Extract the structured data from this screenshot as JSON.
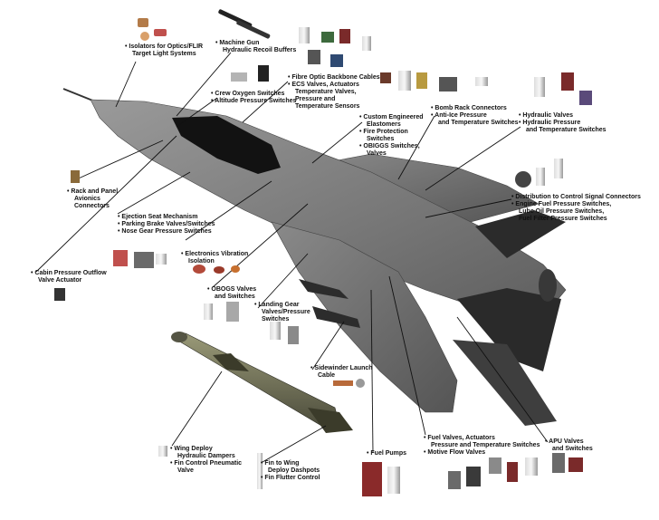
{
  "callouts": [
    {
      "id": "isolators",
      "lines": [
        "• Isolators for Optics/FLIR",
        "Target Light Systems"
      ]
    },
    {
      "id": "machine-gun",
      "lines": [
        "• Machine Gun",
        "Hydraulic Recoil Buffers"
      ]
    },
    {
      "id": "fibre-optic",
      "lines": [
        "• Fibre Optic Backbone Cables",
        "• ECS Valves, Actuators",
        "Temperature Valves,",
        "Pressure and",
        "Temperature Sensors"
      ]
    },
    {
      "id": "crew-oxygen",
      "lines": [
        "• Crew Oxygen Switches",
        "• Altitude Pressure Switches"
      ]
    },
    {
      "id": "custom-elastomers",
      "lines": [
        "• Custom Engineered",
        "Elastomers",
        "• Fire Protection",
        "Switches",
        "• OBIGGS Switches,",
        "Valves"
      ]
    },
    {
      "id": "bomb-rack",
      "lines": [
        "• Bomb Rack Connectors",
        "• Anti-Ice Pressure",
        "and Temperature Switches"
      ]
    },
    {
      "id": "hydraulic-valves",
      "lines": [
        "• Hydraulic Valves",
        "• Hydraulic Pressure",
        "and Temperature Switches"
      ]
    },
    {
      "id": "rack-panel",
      "lines": [
        "• Rack and Panel",
        "Avionics",
        "Connectors"
      ]
    },
    {
      "id": "distribution",
      "lines": [
        "• Distribution to Control Signal Connectors",
        "• Engine Fuel Pressure Switches,",
        "Lube Oil Pressure Switches,",
        "Fuel Filter Pressure Switches"
      ]
    },
    {
      "id": "ejection-seat",
      "lines": [
        "• Ejection Seat Mechanism",
        "• Parking Brake Valves/Switches",
        "• Nose Gear Pressure Switches"
      ]
    },
    {
      "id": "electronics-vibration",
      "lines": [
        "• Electronics Vibration",
        "Isolation"
      ]
    },
    {
      "id": "cabin-pressure",
      "lines": [
        "• Cabin Pressure Outflow",
        "Valve Actuator"
      ]
    },
    {
      "id": "obogs",
      "lines": [
        "• OBOGS Valves",
        "and Switches"
      ]
    },
    {
      "id": "landing-gear",
      "lines": [
        "• Landing Gear",
        "Valves/Pressure",
        "Switches"
      ]
    },
    {
      "id": "sidewinder",
      "lines": [
        "• Sidewinder Launch",
        "Cable"
      ]
    },
    {
      "id": "fuel-valves",
      "lines": [
        "• Fuel Valves, Actuators",
        "Pressure and Temperature Switches",
        "• Motive Flow Valves"
      ]
    },
    {
      "id": "apu",
      "lines": [
        "• APU Valves",
        "and Switches"
      ]
    },
    {
      "id": "wing-deploy",
      "lines": [
        "• Wing Deploy",
        "Hydraulic Dampers",
        "• Fin Control Pneumatic",
        "Valve"
      ]
    },
    {
      "id": "fin-wing",
      "lines": [
        "• Fin to Wing",
        "Deploy Dashpots",
        "• Fin Flutter Control"
      ]
    },
    {
      "id": "fuel-pumps",
      "lines": [
        "• Fuel Pumps"
      ]
    }
  ]
}
